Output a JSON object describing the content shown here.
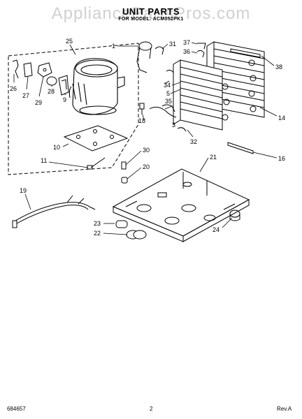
{
  "watermark": "AppliancePartsPros.com",
  "title": "UNIT PARTS",
  "subtitle": "FOR MODEL: ACM052PK1",
  "footer": {
    "doc_number": "684657",
    "page": "2",
    "revision": "Rev.A"
  },
  "callouts": {
    "c1": "1",
    "c3": "3",
    "c5": "5",
    "c9": "9",
    "c10": "10",
    "c11": "11",
    "c14": "14",
    "c16": "16",
    "c18": "18",
    "c19": "19",
    "c20": "20",
    "c21": "21",
    "c22": "22",
    "c23": "23",
    "c24": "24",
    "c25": "25",
    "c26": "26",
    "c27": "27",
    "c28": "28",
    "c29": "29",
    "c30": "30",
    "c31": "31",
    "c32": "32",
    "c34": "34",
    "c35": "35",
    "c36": "36",
    "c37": "37",
    "c38": "38"
  }
}
